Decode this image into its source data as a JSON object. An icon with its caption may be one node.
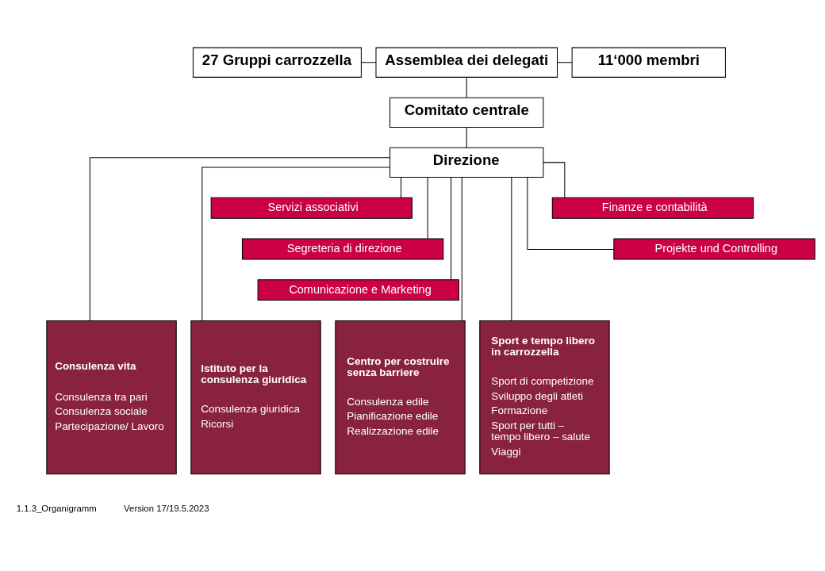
{
  "diagram": {
    "nodes": [
      {
        "text": [
          "27 Gruppi carrozzella"
        ]
      },
      {
        "text": [
          "Assemblea dei delegati"
        ]
      },
      {
        "text": [
          "11‘000 membri"
        ]
      },
      {
        "text": [
          "Comitato centrale"
        ]
      },
      {
        "text": [
          "Direzione"
        ]
      },
      {
        "text": [
          "Servizi associativi"
        ]
      },
      {
        "text": [
          "Segreteria di direzione"
        ]
      },
      {
        "text": [
          "Comunicazione e Marketing"
        ]
      },
      {
        "text": [
          "Finanze e contabilità"
        ]
      },
      {
        "text": [
          "Projekte und Controlling"
        ]
      },
      {
        "text": [
          "Consulenza vita",
          "Consulenza tra pari",
          "Consulenza sociale",
          "Partecipazione/ Lavoro"
        ]
      },
      {
        "text": [
          "Istituto per la consulenza giuridica",
          "Consulenza giuridica",
          "Ricorsi"
        ]
      },
      {
        "text": [
          "Centro per costruire senza barriere",
          "Consulenza edile",
          "Pianificazione edile",
          "Realizzazione edile"
        ]
      },
      {
        "text": [
          "Sport e tempo libero in carrozzella",
          "Sport di competizione",
          "Sviluppo degli atleti",
          "Formazione",
          "Sport per tutti – tempo libero – salute",
          "Viaggi"
        ]
      }
    ],
    "edges": [
      {
        "from": 1,
        "to": 0,
        "arrow": "none"
      },
      {
        "from": 1,
        "to": 2,
        "arrow": "none"
      },
      {
        "from": 1,
        "to": 3,
        "arrow": "none"
      },
      {
        "from": 3,
        "to": 4,
        "arrow": "none"
      },
      {
        "from": 4,
        "to": 5,
        "arrow": "none"
      },
      {
        "from": 4,
        "to": 6,
        "arrow": "none"
      },
      {
        "from": 4,
        "to": 7,
        "arrow": "none"
      },
      {
        "from": 4,
        "to": 8,
        "arrow": "none"
      },
      {
        "from": 4,
        "to": 9,
        "arrow": "none"
      },
      {
        "from": 4,
        "to": 10,
        "arrow": "none"
      },
      {
        "from": 4,
        "to": 11,
        "arrow": "none"
      },
      {
        "from": 4,
        "to": 12,
        "arrow": "none"
      },
      {
        "from": 4,
        "to": 13,
        "arrow": "none"
      }
    ],
    "labels": [
      "1.1.3_Organigramm",
      "Version 17/19.5.2023"
    ]
  }
}
